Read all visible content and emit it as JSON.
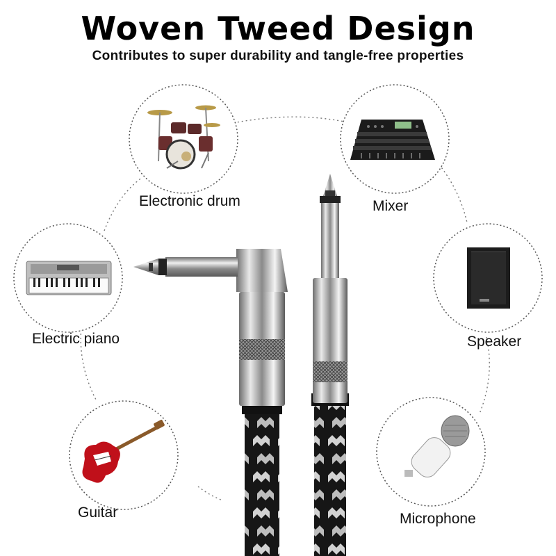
{
  "header": {
    "title": "Woven Tweed Design",
    "subtitle": "Contributes to super durability and tangle-free properties"
  },
  "devices": {
    "drum": "Electronic drum",
    "mixer": "Mixer",
    "piano": "Electric piano",
    "speaker": "Speaker",
    "guitar": "Guitar",
    "microphone": "Microphone"
  },
  "colors": {
    "text": "#111111",
    "circle_outline": "#555555",
    "cable_black": "#1a1a1a",
    "cable_pattern": "#cfcfcf",
    "chrome": "#c8c8c8"
  }
}
